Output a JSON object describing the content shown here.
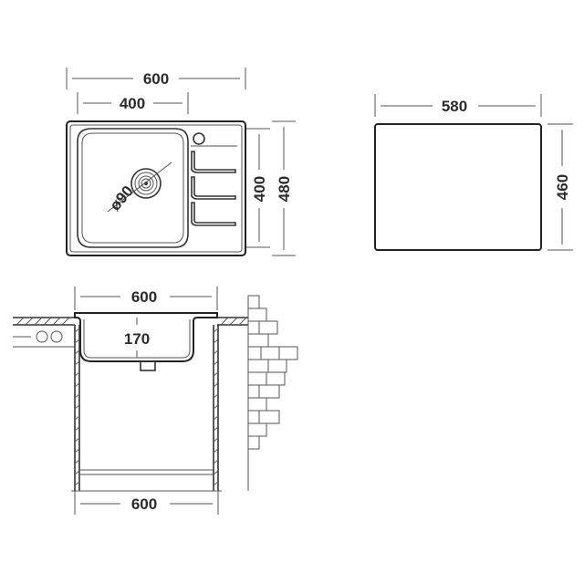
{
  "top_view": {
    "overall_width": "600",
    "bowl_width": "400",
    "bowl_depth": "400",
    "overall_depth": "480",
    "drain_diameter": "ø90"
  },
  "cutout": {
    "width": "580",
    "depth": "460"
  },
  "side_view": {
    "sink_width": "600",
    "bowl_height": "170",
    "cabinet_width": "600"
  }
}
